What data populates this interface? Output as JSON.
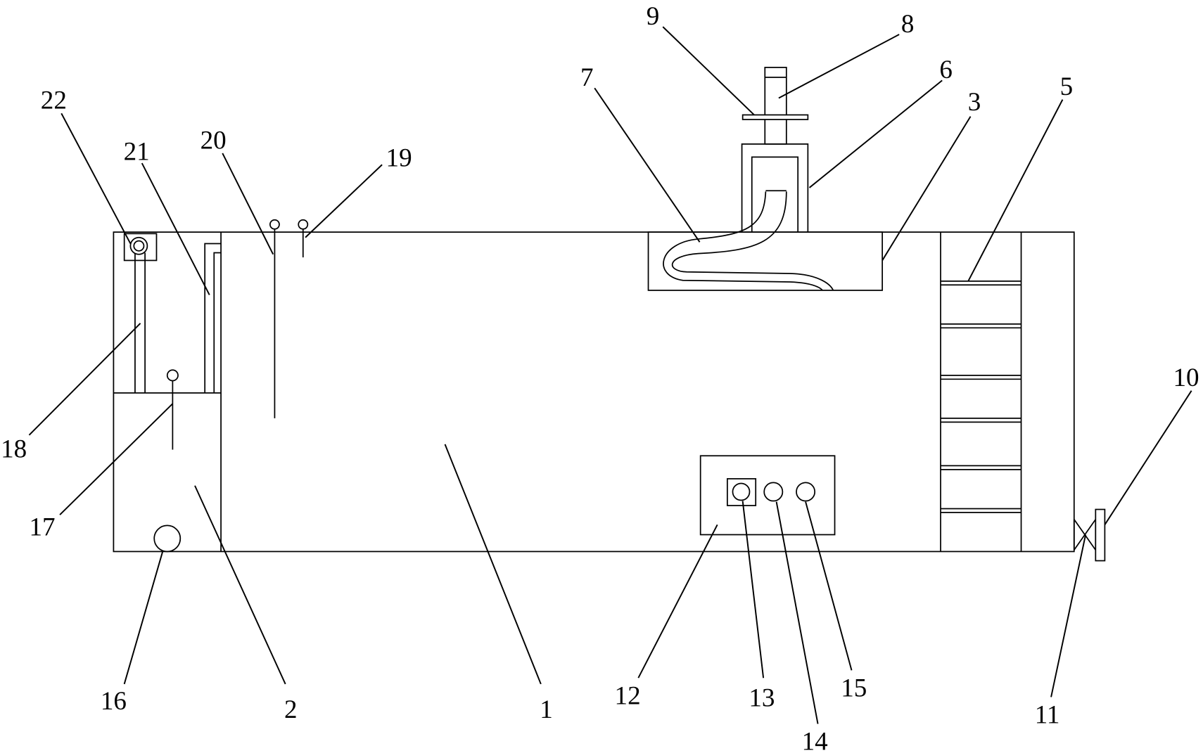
{
  "reference_numerals": [
    "1",
    "2",
    "3",
    "5",
    "6",
    "7",
    "8",
    "9",
    "10",
    "11",
    "12",
    "13",
    "14",
    "15",
    "16",
    "17",
    "18",
    "19",
    "20",
    "21",
    "22"
  ],
  "colors": {
    "stroke": "#000000",
    "background": "#ffffff"
  }
}
